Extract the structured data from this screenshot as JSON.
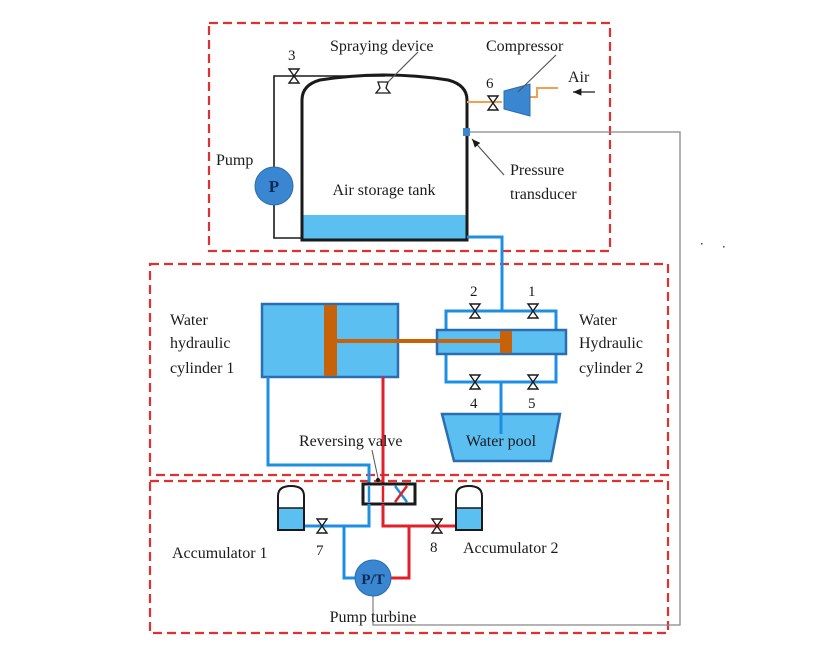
{
  "title": "Compressed air energy storage system diagram",
  "colors": {
    "region_border": "#e03030",
    "water": "#5bbff2",
    "water_dark": "#2a6db0",
    "pipe_blue": "#1e8fe0",
    "pipe_red": "#e0202a",
    "pipe_orange": "#f0a050",
    "piston": "#c8620a",
    "pump": "#3a86d0",
    "signal": "#888888"
  },
  "labels": {
    "spraying_device": "Spraying device",
    "compressor": "Compressor",
    "air": "Air",
    "pump": "Pump",
    "pump_symbol": "P",
    "air_storage_tank": "Air storage tank",
    "pressure": "Pressure",
    "transducer": "transducer",
    "whc1_line1": "Water",
    "whc1_line2": "hydraulic",
    "whc1_line3": "cylinder  1",
    "whc2_line1": "Water",
    "whc2_line2": "Hydraulic",
    "whc2_line3": "cylinder  2",
    "reversing_valve": "Reversing  valve",
    "water_pool": "Water pool",
    "accumulator1": "Accumulator  1",
    "accumulator2": "Accumulator  2",
    "pt_symbol": "P/T",
    "pump_turbine": "Pump turbine"
  },
  "valves": {
    "v1": "1",
    "v2": "2",
    "v3": "3",
    "v4": "4",
    "v5": "5",
    "v6": "6",
    "v7": "7",
    "v8": "8"
  }
}
